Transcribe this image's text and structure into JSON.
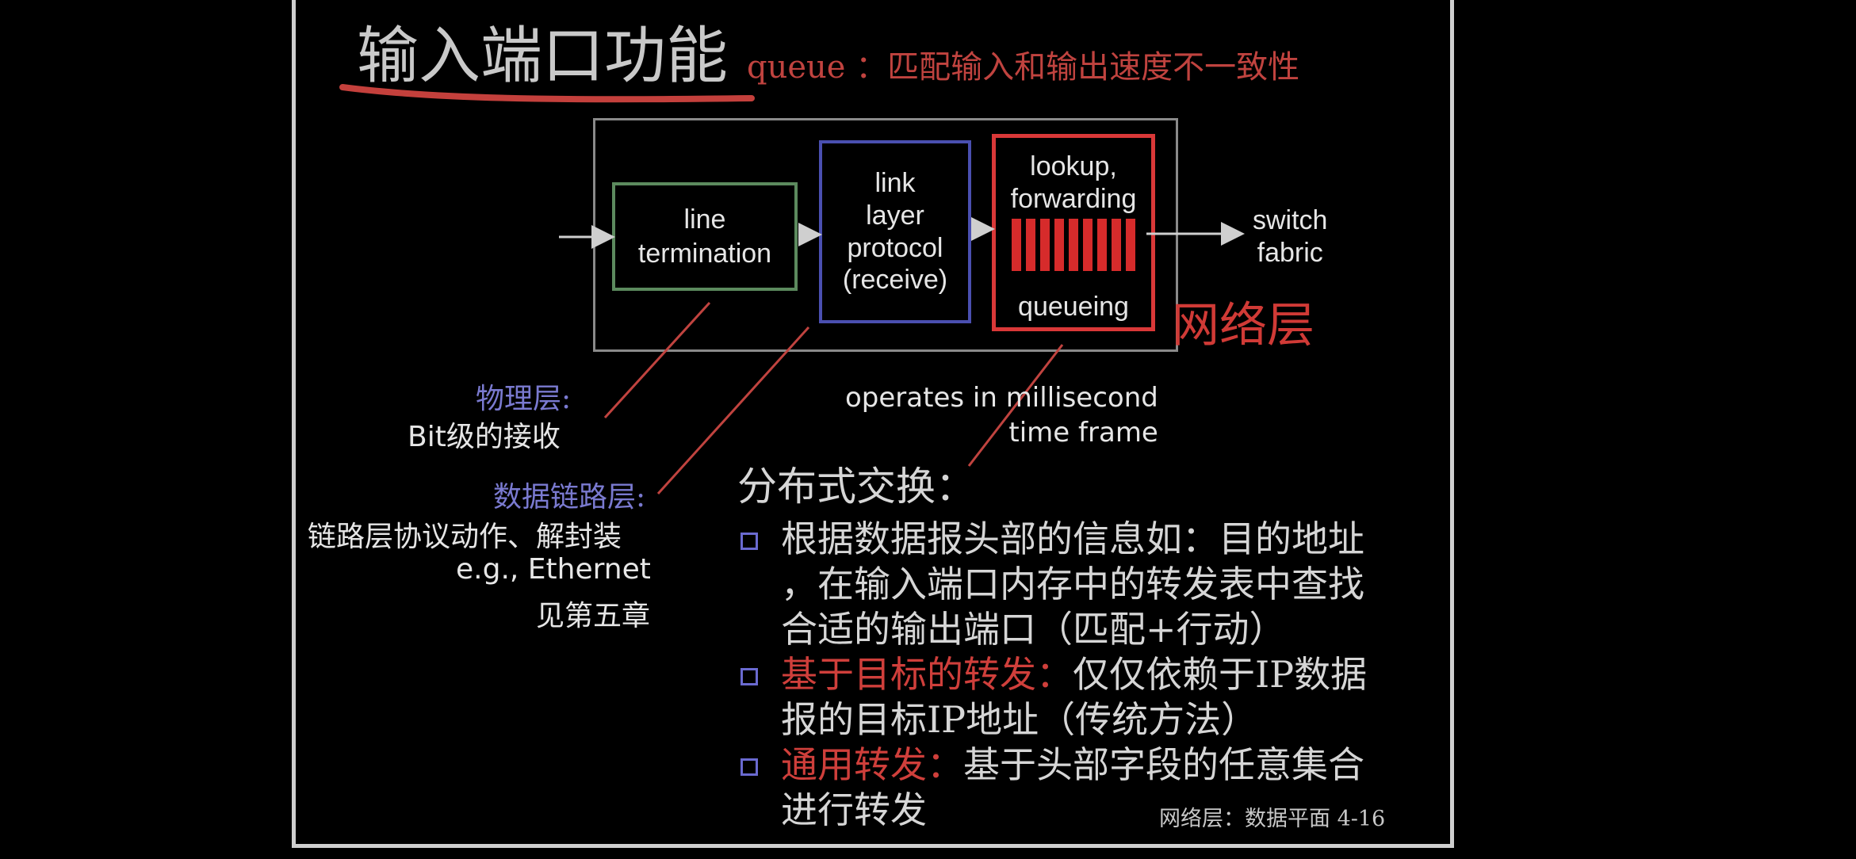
{
  "slide": {
    "title": "输入端口功能",
    "title_note": "queue ：匹配输入和输出速度不一致性",
    "diagram": {
      "line_termination": "line\ntermination",
      "link_layer": "link\nlayer\nprotocol\n(receive)",
      "lookup": "lookup,\nforwarding",
      "queueing": "queueing",
      "switch_fabric": "switch\nfabric",
      "network_layer": "网络层",
      "operates": "operates in millisecond\ntime frame"
    },
    "physical": {
      "heading": "物理层:",
      "desc": "Bit级的接收"
    },
    "datalink": {
      "heading": "数据链路层:",
      "desc1": "链路层协议动作、解封装",
      "desc2": "e.g., Ethernet",
      "desc3": "见第五章"
    },
    "distributed": {
      "title": "分布式交换：",
      "bullet1_line1": "根据数据报头部的信息如：目的地址",
      "bullet1_line2": "，在输入端口内存中的转发表中查找",
      "bullet1_line3": "合适的输出端口（匹配+行动）",
      "bullet2_red": "基于目标的转发：",
      "bullet2_rest1": "仅仅依赖于IP数据",
      "bullet2_line2": "报的目标IP地址（传统方法）",
      "bullet3_red": "通用转发：",
      "bullet3_rest1": "基于头部字段的任意集合",
      "bullet3_line2": "进行转发"
    },
    "footer": "网络层：数据平面   4-16"
  },
  "colors": {
    "accent_red": "#d93838",
    "accent_blue": "#4a4fb0",
    "accent_green": "#5c8a5e"
  }
}
